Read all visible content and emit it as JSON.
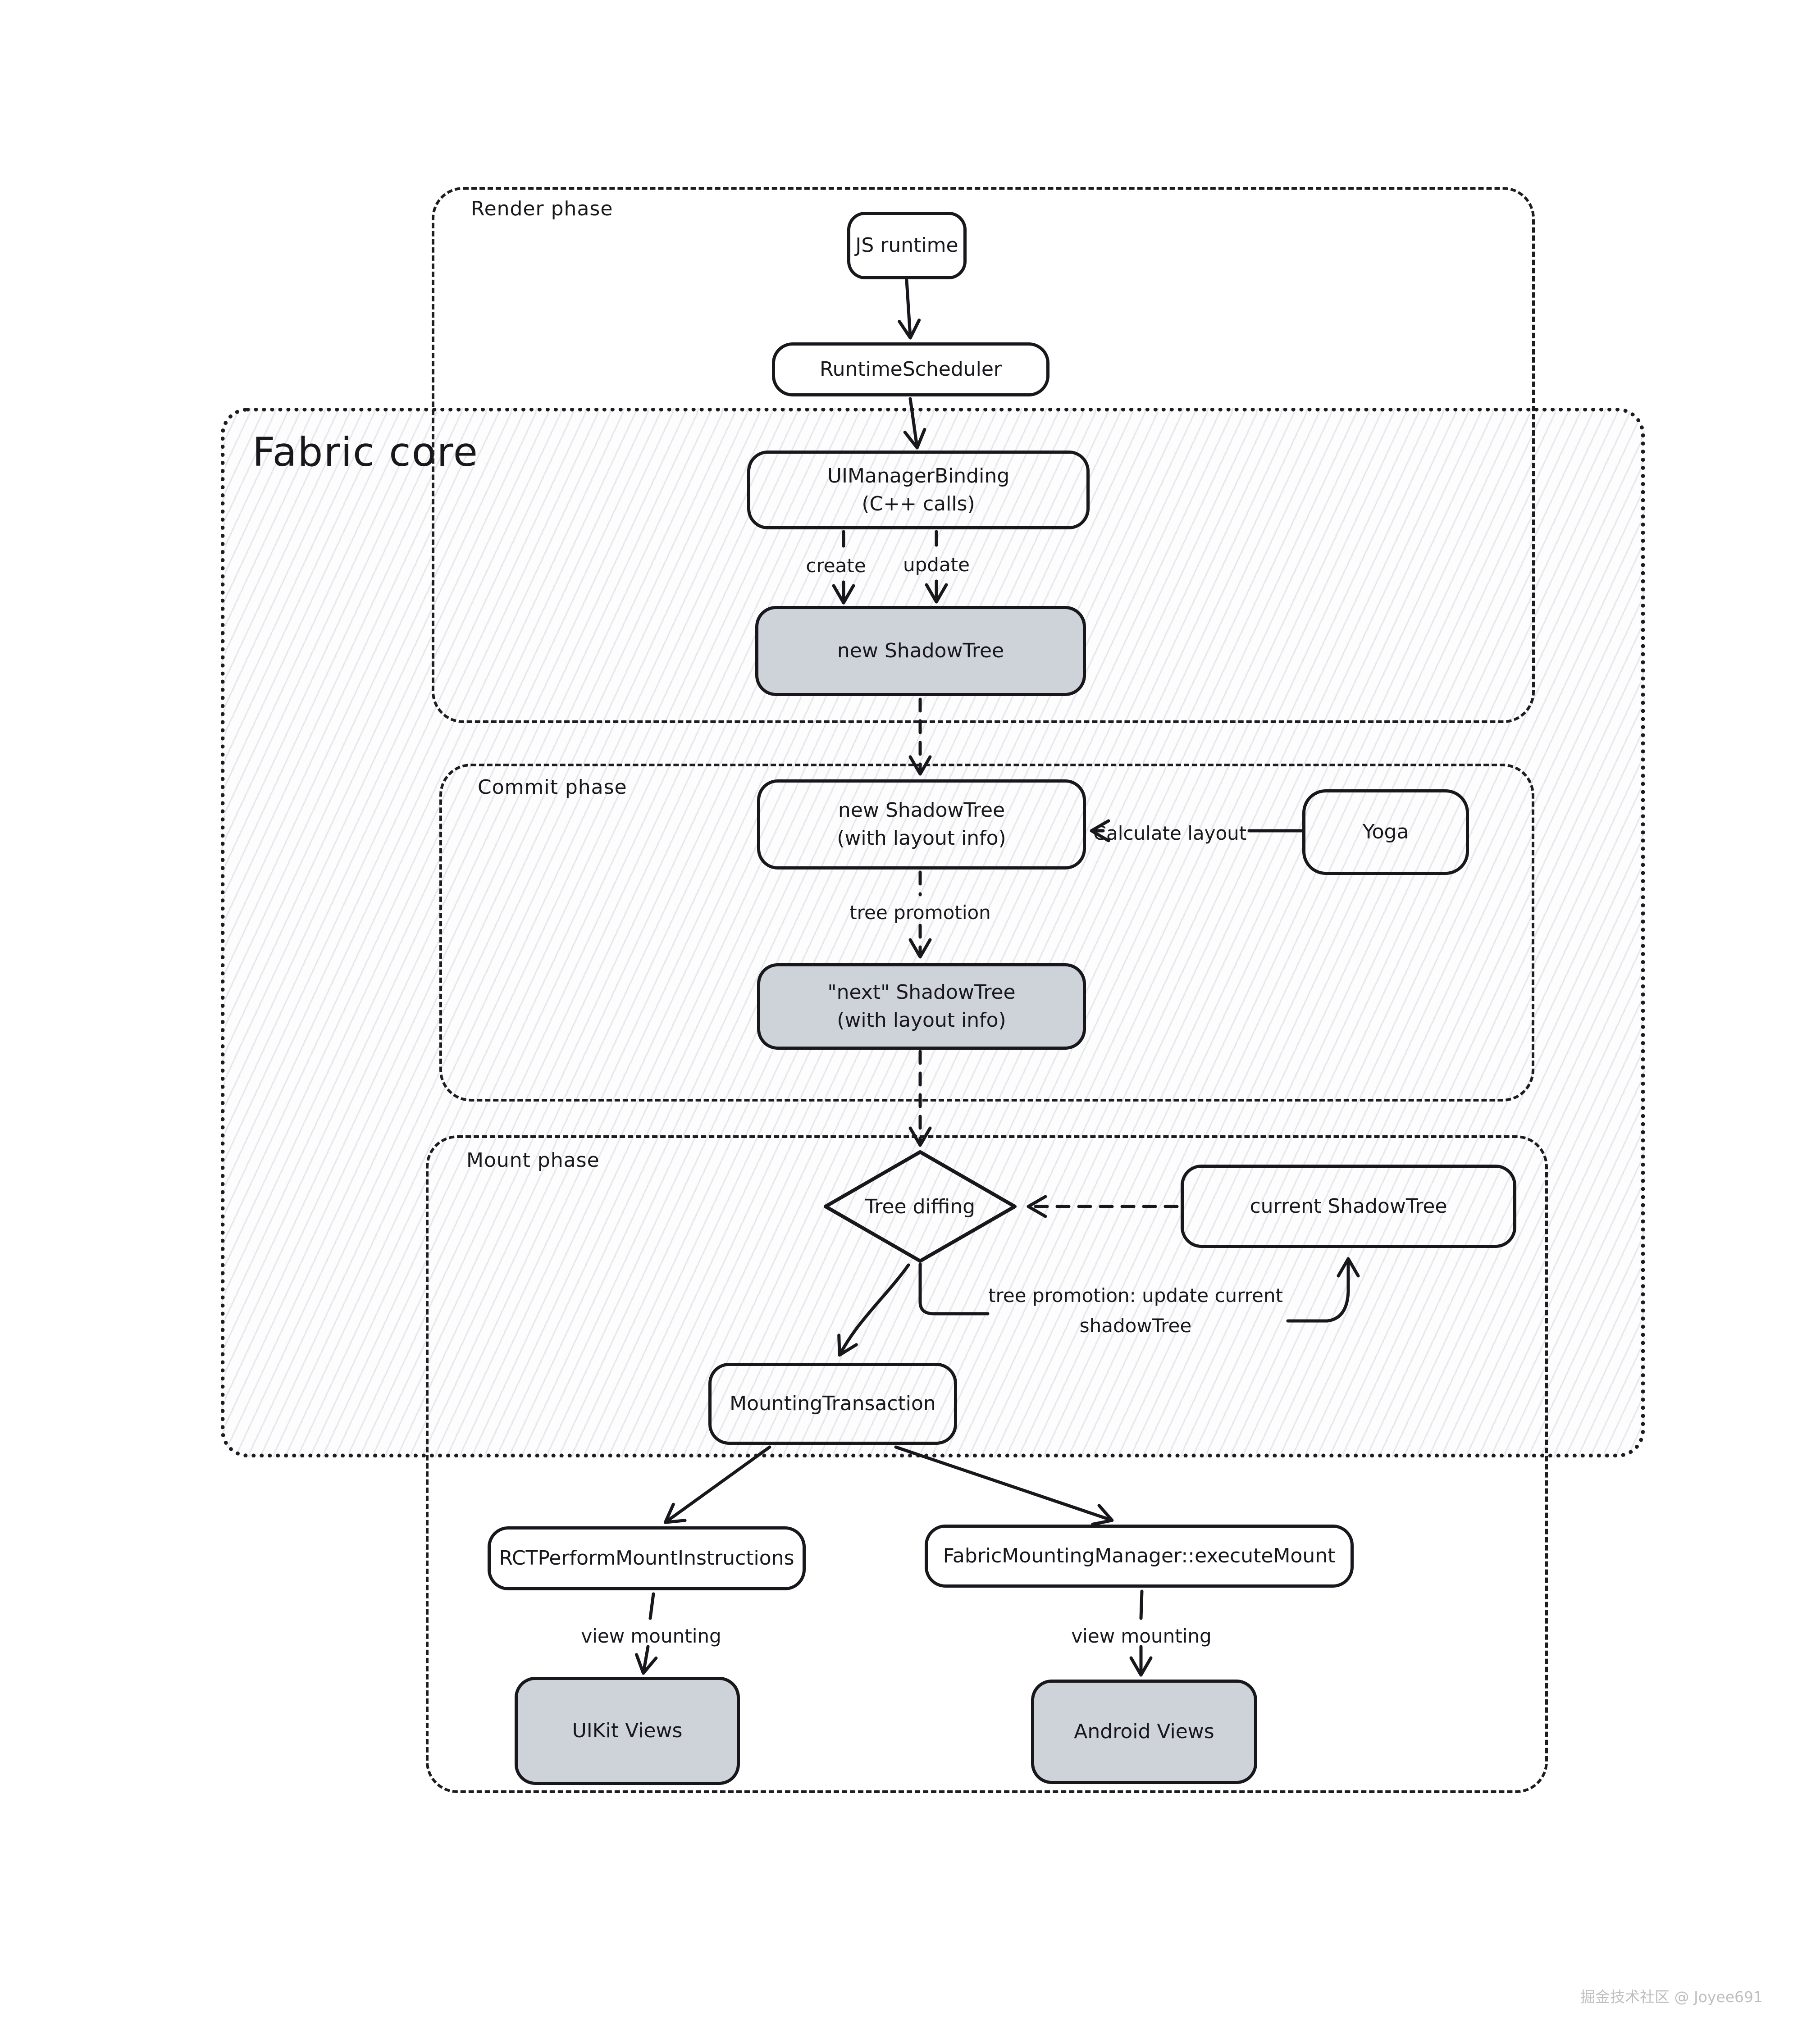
{
  "phases": {
    "render": {
      "label": "Render phase"
    },
    "fabric": {
      "label": "Fabric core"
    },
    "commit": {
      "label": "Commit phase"
    },
    "mount": {
      "label": "Mount phase"
    }
  },
  "nodes": {
    "js_runtime": {
      "label": "JS runtime"
    },
    "runtime_scheduler": {
      "label": "RuntimeScheduler"
    },
    "uimanager_binding": {
      "label": "UIManagerBinding",
      "sublabel": "(C++ calls)"
    },
    "new_shadow_tree": {
      "label": "new ShadowTree"
    },
    "new_shadow_tree_layout": {
      "label": "new ShadowTree",
      "sublabel": "(with layout info)"
    },
    "yoga": {
      "label": "Yoga"
    },
    "next_shadow_tree": {
      "label": "\"next\" ShadowTree",
      "sublabel": "(with layout info)"
    },
    "tree_diffing": {
      "label": "Tree diffing"
    },
    "current_shadow_tree": {
      "label": "current ShadowTree"
    },
    "mounting_transaction": {
      "label": "MountingTransaction"
    },
    "rct_perform": {
      "label": "RCTPerformMountInstructions"
    },
    "fabric_execute": {
      "label": "FabricMountingManager::executeMount"
    },
    "uikit_views": {
      "label": "UIKit Views"
    },
    "android_views": {
      "label": "Android Views"
    }
  },
  "edges": {
    "create": "create",
    "update": "update",
    "calculate_layout": "Calculate layout",
    "tree_promotion": "tree promotion",
    "tree_promotion_update_line1": "tree promotion: update current",
    "tree_promotion_update_line2": "shadowTree",
    "view_mounting_left": "view mounting",
    "view_mounting_right": "view mounting"
  },
  "watermark": "掘金技术社区 @ Joyee691",
  "colors": {
    "stroke": "#17171c",
    "gray_node_fill": "#ced3da",
    "hatch_line": "#7d889b",
    "watermark": "#bfbfbf"
  }
}
